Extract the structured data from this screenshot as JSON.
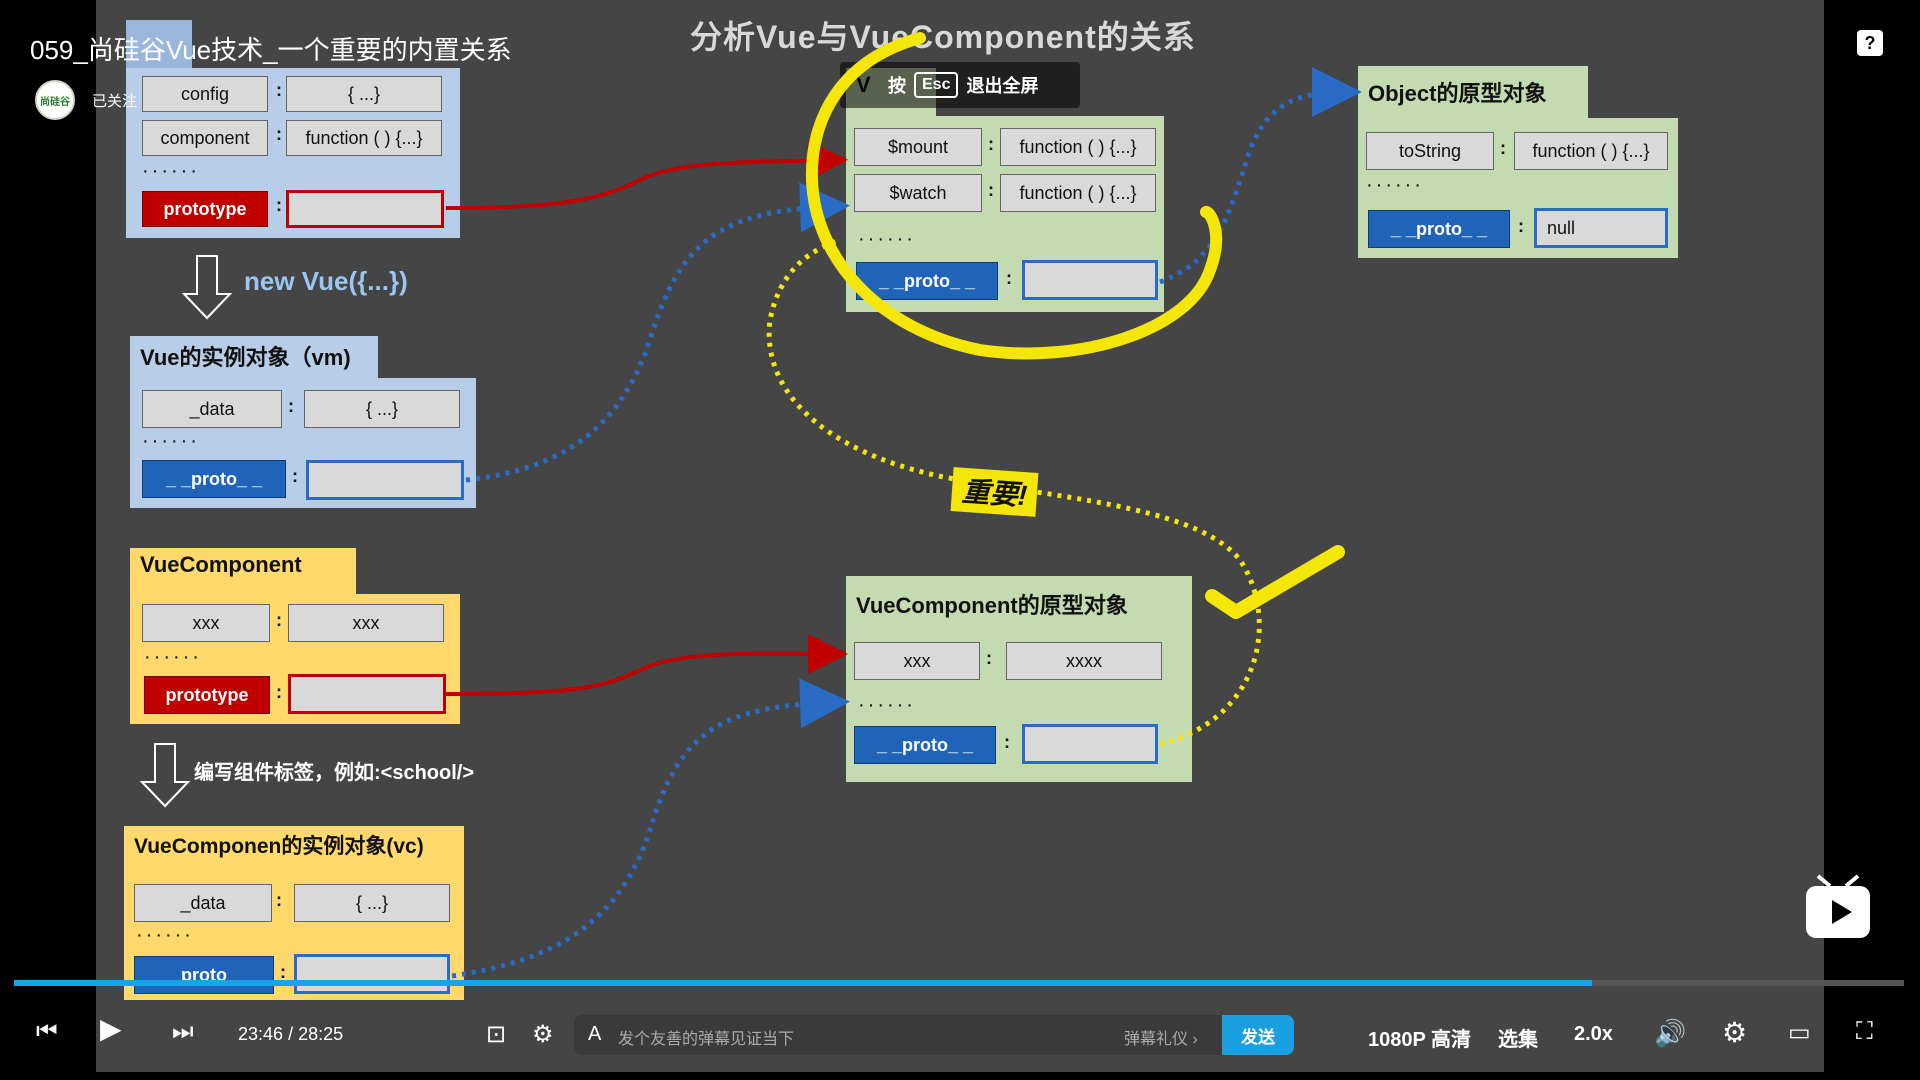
{
  "video": {
    "title": "059_尚硅谷Vue技术_一个重要的内置关系",
    "follow_label": "已关注",
    "avatar_text": "尚硅谷"
  },
  "slide": {
    "title": "分析Vue与VueComponent的关系",
    "esc_overlay": {
      "press": "按",
      "key": "Esc",
      "action": "退出全屏"
    },
    "vue_ctor": {
      "rows": [
        [
          "config",
          "{ ...}"
        ],
        [
          "component",
          "function ( ) {...}"
        ]
      ],
      "dots": "······",
      "prototype_label": "prototype"
    },
    "new_vue_label": "new Vue({...})",
    "vm": {
      "header": "Vue的实例对象（vm)",
      "data_key": "_data",
      "data_val": "{ ...}",
      "dots": "······",
      "proto_label": "_ _proto_ _"
    },
    "vue_proto": {
      "header_visible": "V",
      "rows": [
        [
          "$mount",
          "function ( ) {...}"
        ],
        [
          "$watch",
          "function ( ) {...}"
        ]
      ],
      "dots": "······",
      "proto_label": "_ _proto_ _"
    },
    "object_proto": {
      "header": "Object的原型对象",
      "key": "toString",
      "val": "function ( ) {...}",
      "dots": "······",
      "proto_label": "_ _proto_ _",
      "null_label": "null"
    },
    "vuecomponent": {
      "header": "VueComponent",
      "key": "xxx",
      "val": "xxx",
      "dots": "······",
      "prototype_label": "prototype"
    },
    "write_tag_label": "编写组件标签，例如:<school/>",
    "vc": {
      "header": "VueComponen的实例对象(vc)",
      "data_key": "_data",
      "data_val": "{ ...}",
      "dots": "······",
      "proto_label": "proto"
    },
    "vc_proto": {
      "header": "VueComponent的原型对象",
      "key": "xxx",
      "val": "xxxx",
      "dots": "······",
      "proto_label": "_ _proto_ _"
    },
    "important_label": "重要!"
  },
  "player": {
    "time_current": "23:46",
    "time_sep": "/",
    "time_total": "28:25",
    "progress": 0.835,
    "danmu_placeholder": "发个友善的弹幕见证当下",
    "danmu_etiquette": "弹幕礼仪 ›",
    "send_label": "发送",
    "quality": "1080P 高清",
    "episodes": "选集",
    "speed": "2.0x"
  },
  "colors": {
    "accent": "#1aa3e8",
    "slide_bg": "#454545",
    "red_arrow": "#c00000",
    "blue_arrow": "#2a6bc6",
    "highlight_yellow": "#f5e60a"
  }
}
